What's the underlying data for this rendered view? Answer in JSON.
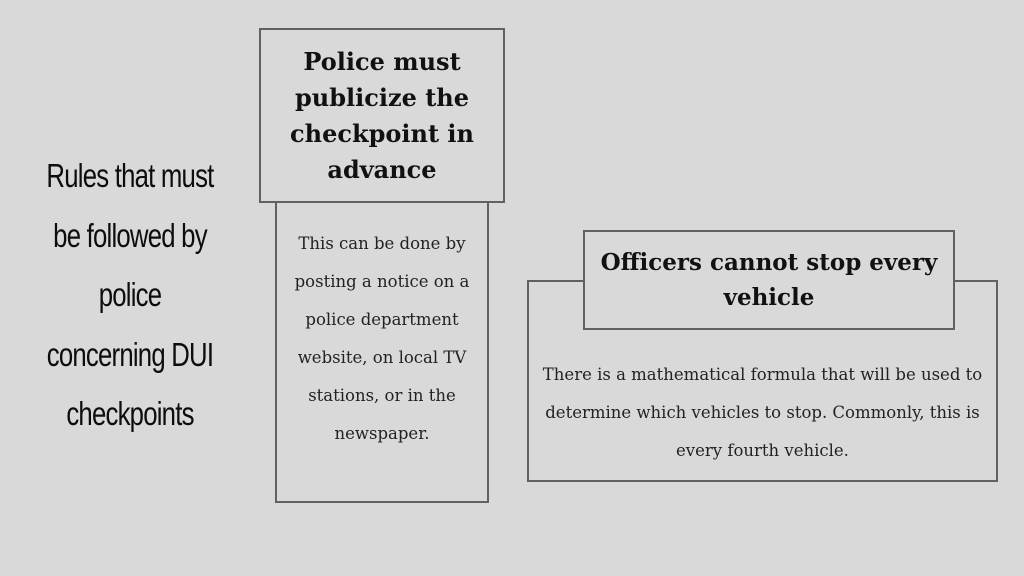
{
  "title": "Rules that must be followed by police concerning DUI checkpoints",
  "card1": {
    "heading": "Police must publicize the checkpoint in advance",
    "body": "This can be done by posting a notice on a police department website, on local TV stations, or in the newspaper."
  },
  "card2": {
    "heading": "Officers cannot stop every vehicle",
    "body": "There is a mathematical formula that will be used to determine which vehicles to stop. Commonly, this is every fourth vehicle."
  }
}
